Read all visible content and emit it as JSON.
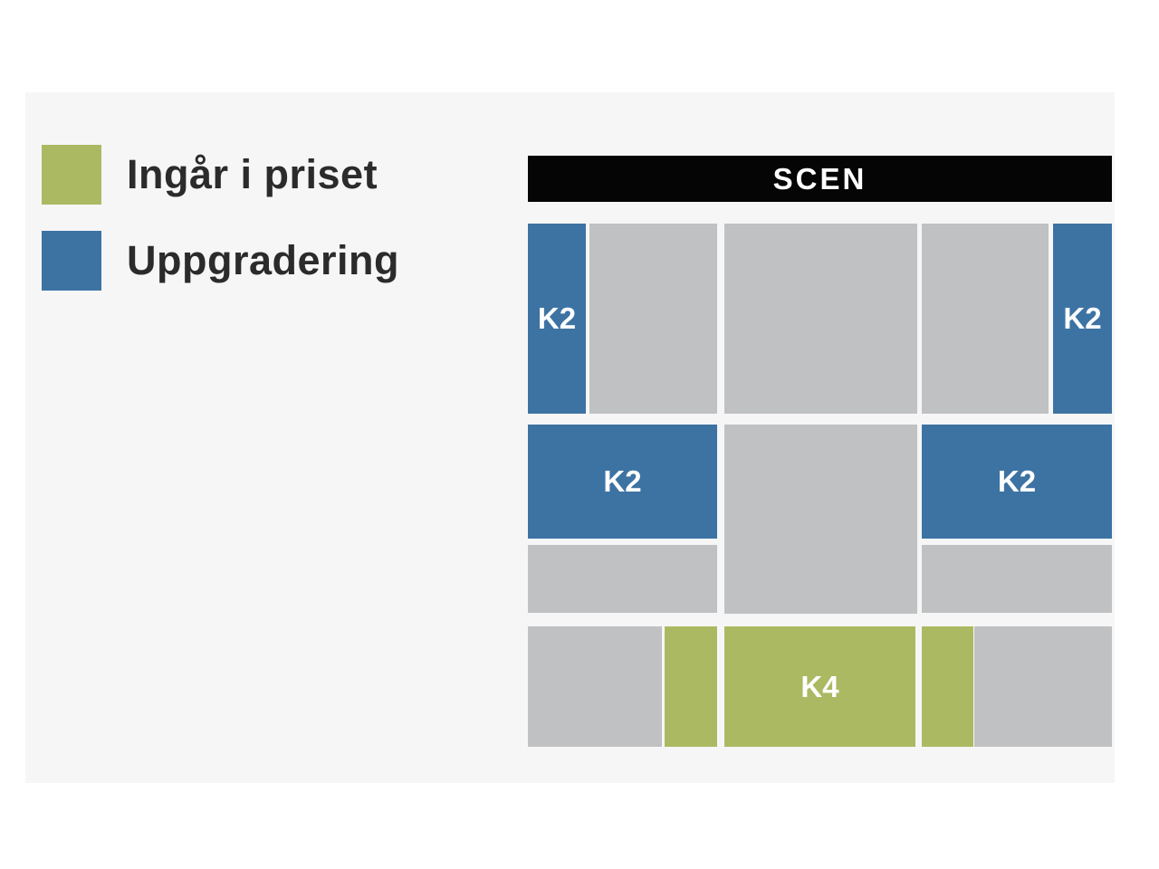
{
  "colors": {
    "page_bg": "#ffffff",
    "panel_bg": "#f7f6f7",
    "included": "#abba62",
    "upgrade": "#3d73a3",
    "standard": "#c0c1c3",
    "stage_bg": "#050505",
    "stage_text": "#ffffff",
    "section_label_text": "#ffffff",
    "legend_text": "#2b2b2b"
  },
  "legend": {
    "items": [
      {
        "label": "Ingår i priset"
      },
      {
        "label": "Uppgradering"
      }
    ]
  },
  "seatmap": {
    "stage_label": "SCEN",
    "rows": [
      {
        "blocks": [
          {
            "kind": "upgrade",
            "label": "K2"
          },
          {
            "kind": "standard",
            "label": ""
          },
          {
            "kind": "standard",
            "label": ""
          },
          {
            "kind": "standard",
            "label": ""
          },
          {
            "kind": "upgrade",
            "label": "K2"
          }
        ]
      },
      {
        "blocks": [
          {
            "kind": "upgrade",
            "label": "K2"
          },
          {
            "kind": "standard",
            "label": ""
          },
          {
            "kind": "standard",
            "label": ""
          },
          {
            "kind": "upgrade",
            "label": "K2"
          },
          {
            "kind": "standard",
            "label": ""
          }
        ]
      },
      {
        "blocks": [
          {
            "kind": "standard",
            "label": ""
          },
          {
            "kind": "included",
            "label": ""
          },
          {
            "kind": "included",
            "label": "K4"
          },
          {
            "kind": "included",
            "label": ""
          },
          {
            "kind": "standard",
            "label": ""
          }
        ]
      }
    ]
  }
}
